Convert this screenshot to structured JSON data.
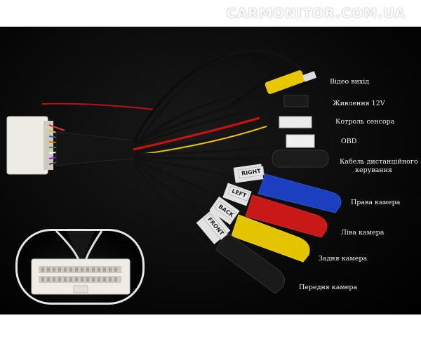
{
  "watermark": "CARMONITOR.COM.UA",
  "labels": {
    "video_out": "Відео вихід",
    "power_12v": "Живлення 12V",
    "sensor_control": "Котроль сенсора",
    "obd": "OBD",
    "remote_cable_1": "Кабель дистанційного",
    "remote_cable_2": "керування",
    "right_camera": "Права камера",
    "left_camera": "Ліва камера",
    "rear_camera": "Задня камера",
    "front_camera": "Передня камера"
  },
  "tags": {
    "right": "RIGHT",
    "left": "LEFT",
    "back": "BACK",
    "front": "FRONT"
  }
}
